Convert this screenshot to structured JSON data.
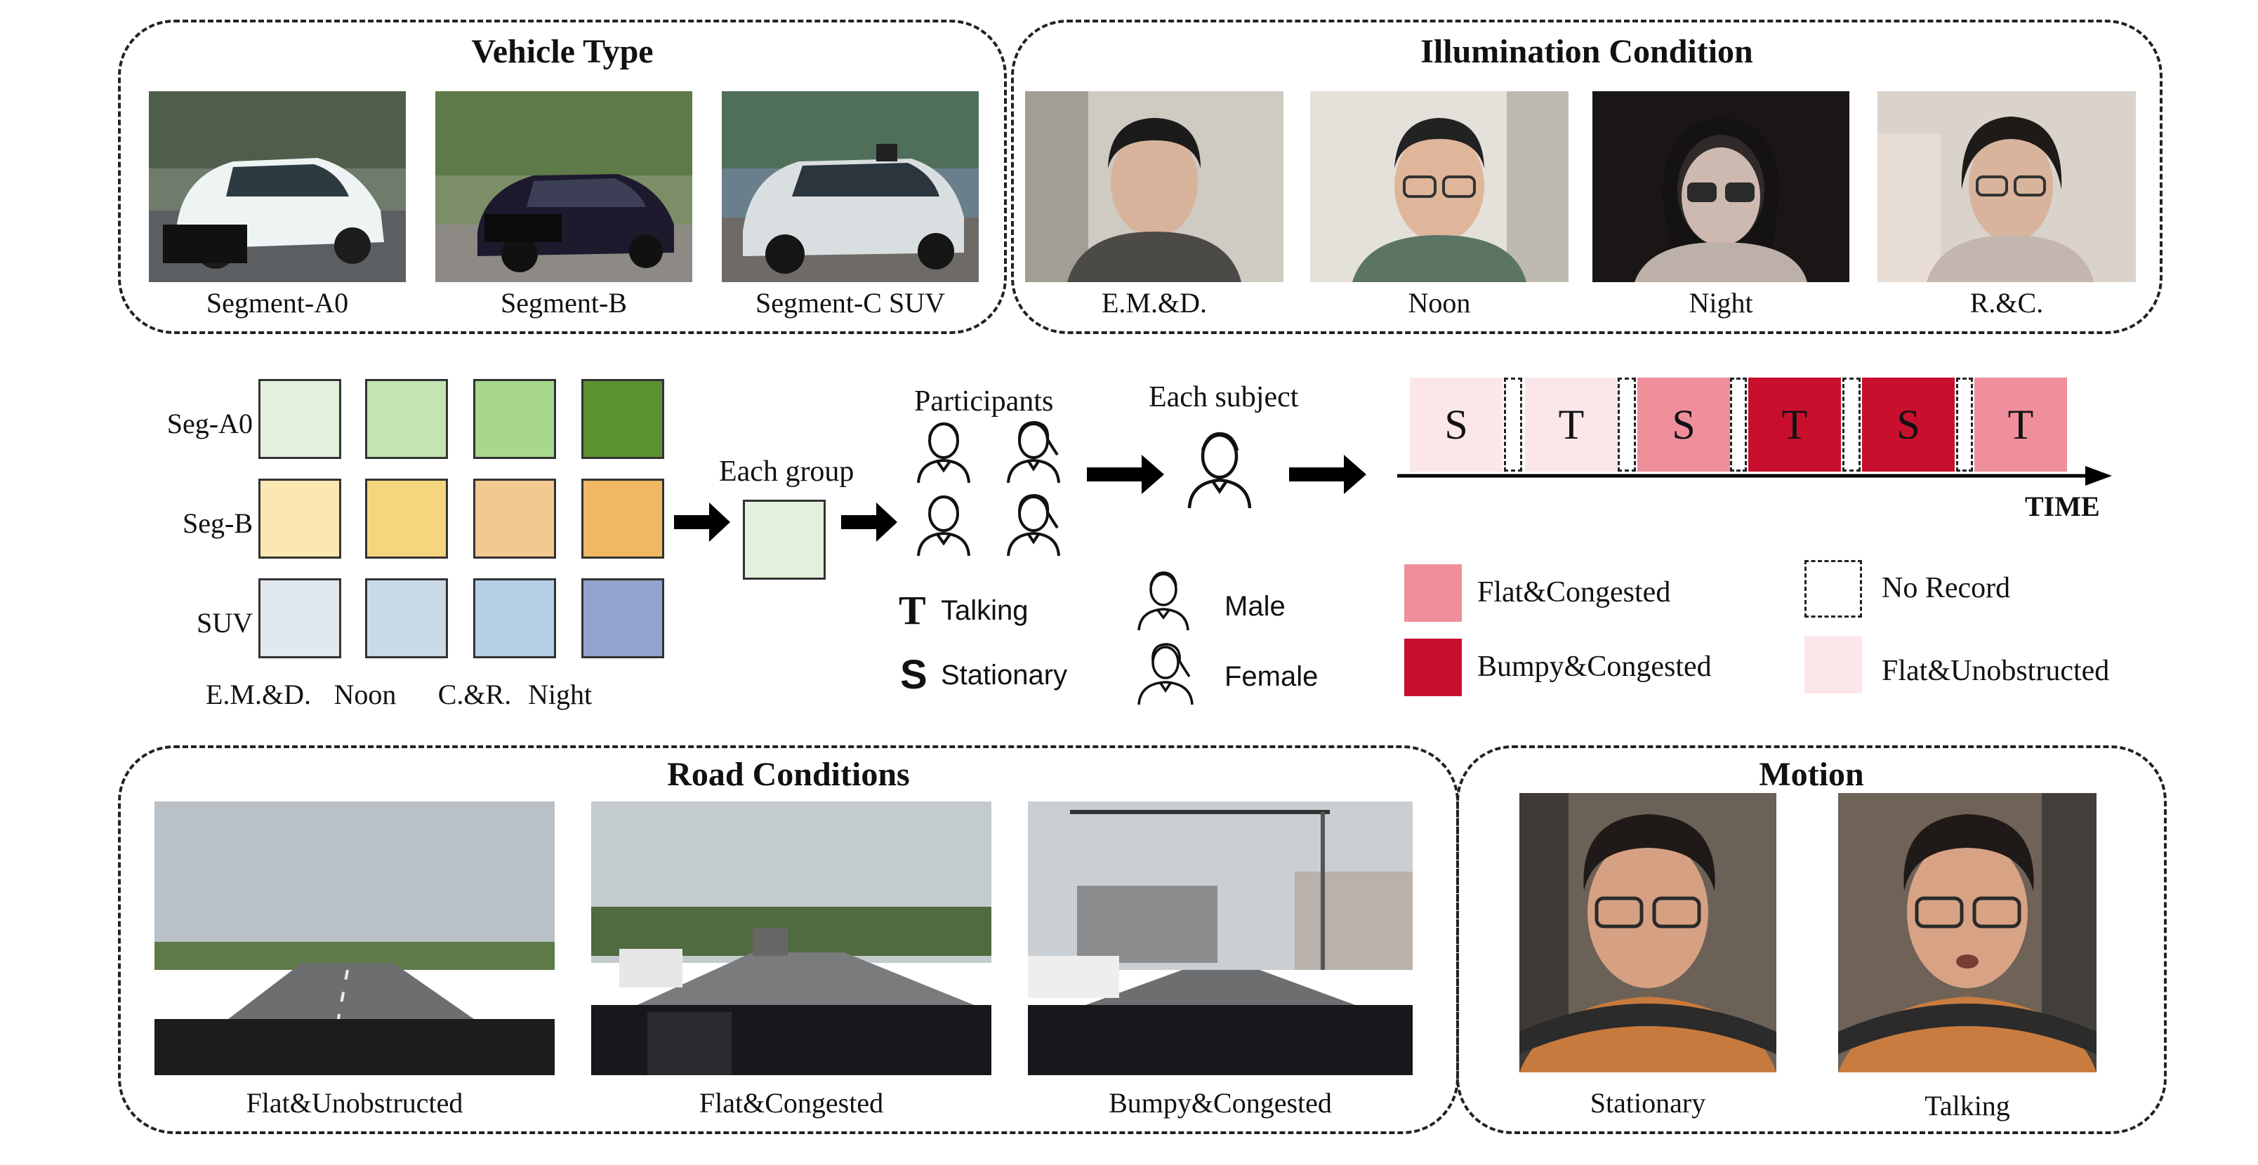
{
  "vehicle": {
    "title": "Vehicle Type",
    "items": [
      {
        "caption": "Segment-A0"
      },
      {
        "caption": "Segment-B"
      },
      {
        "caption": "Segment-C SUV"
      }
    ]
  },
  "illumination": {
    "title": "Illumination Condition",
    "items": [
      {
        "caption": "E.M.&D."
      },
      {
        "caption": "Noon"
      },
      {
        "caption": "Night"
      },
      {
        "caption": "R.&C."
      }
    ]
  },
  "grid": {
    "rows": [
      {
        "label": "Seg-A0",
        "colors": [
          "#e3f1dc",
          "#c4e4b3",
          "#a8d78e",
          "#5a9230"
        ]
      },
      {
        "label": "Seg-B",
        "colors": [
          "#fbe7b2",
          "#f6d57f",
          "#f2c991",
          "#f0b862"
        ]
      },
      {
        "label": "SUV",
        "colors": [
          "#e1e8ee",
          "#cad9e8",
          "#b7cfe6",
          "#93a3cf"
        ]
      }
    ],
    "columns": [
      "E.M.&D.",
      "Noon",
      "C.&R.",
      "Night"
    ]
  },
  "flow": {
    "each_group": "Each group",
    "group_color": "#e3f1dc",
    "participants": "Participants",
    "each_subject": "Each subject"
  },
  "legend_left": {
    "talking_letter": "T",
    "talking": "Talking",
    "stationary_letter": "S",
    "stationary": "Stationary",
    "male": "Male",
    "female": "Female"
  },
  "timeline": {
    "axis_label": "TIME",
    "segments": [
      {
        "letter": "S",
        "color": "#fbe6e9",
        "text_color": "#111"
      },
      {
        "letter": "T",
        "color": "#fbe6e9",
        "text_color": "#111"
      },
      {
        "letter": "S",
        "color": "#ef8f9c",
        "text_color": "#111"
      },
      {
        "letter": "T",
        "color": "#c8102e",
        "text_color": "#111"
      },
      {
        "letter": "S",
        "color": "#c8102e",
        "text_color": "#111"
      },
      {
        "letter": "T",
        "color": "#ef8f9c",
        "text_color": "#111"
      }
    ]
  },
  "legend_right": {
    "flat_congested": "Flat&Congested",
    "flat_congested_color": "#ef8f9c",
    "bumpy_congested": "Bumpy&Congested",
    "bumpy_congested_color": "#c8102e",
    "no_record": "No Record",
    "flat_unobstructed": "Flat&Unobstructed",
    "flat_unobstructed_color": "#fbe6e9"
  },
  "road": {
    "title": "Road Conditions",
    "items": [
      {
        "caption": "Flat&Unobstructed"
      },
      {
        "caption": "Flat&Congested"
      },
      {
        "caption": "Bumpy&Congested"
      }
    ]
  },
  "motion": {
    "title": "Motion",
    "items": [
      {
        "caption": "Stationary"
      },
      {
        "caption": "Talking"
      }
    ]
  }
}
